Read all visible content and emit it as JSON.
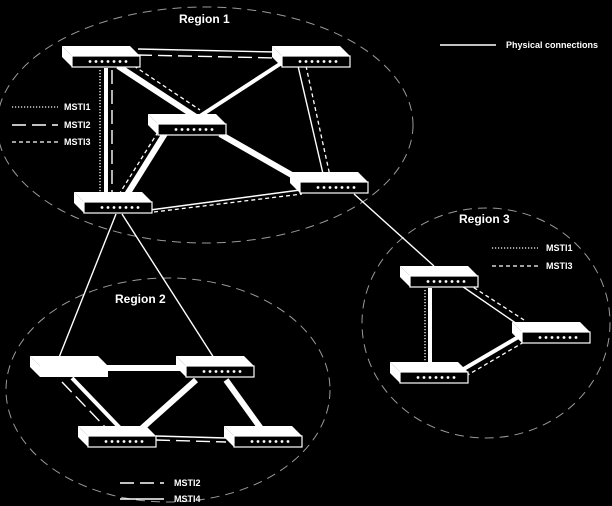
{
  "regions": {
    "region1": "Region 1",
    "region2": "Region 2",
    "region3": "Region 3"
  },
  "legend": {
    "physical": "Physical connections",
    "msti1": "MSTI1",
    "msti2": "MSTI2",
    "msti3": "MSTI3",
    "msti4": "MSTI4"
  },
  "colors": {
    "background": "#000000",
    "foreground": "#ffffff",
    "boundary": "#9a9a9a"
  }
}
